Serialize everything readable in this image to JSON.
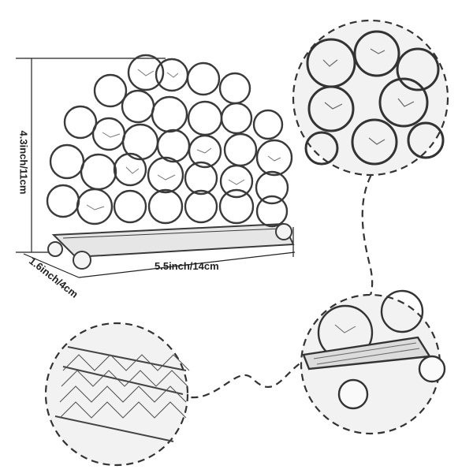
{
  "dimensions": {
    "height_label": "4.3inch/11cm",
    "width_label": "5.5inch/14cm",
    "depth_label": "1.6inch/4cm"
  },
  "colors": {
    "ink": "#222222",
    "metal": "#3a3a3a",
    "background": "#ffffff",
    "detail_fill": "#f2f2f2"
  }
}
